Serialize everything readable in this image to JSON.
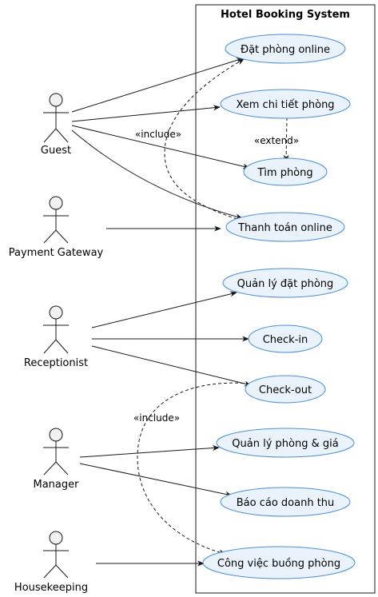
{
  "system": {
    "title": "Hotel Booking System"
  },
  "actors": [
    {
      "id": "guest",
      "label": "Guest"
    },
    {
      "id": "payment",
      "label": "Payment Gateway"
    },
    {
      "id": "receptionist",
      "label": "Receptionist"
    },
    {
      "id": "manager",
      "label": "Manager"
    },
    {
      "id": "housekeeping",
      "label": "Housekeeping"
    }
  ],
  "usecases": [
    {
      "id": "uc1",
      "label": "Đặt phòng online"
    },
    {
      "id": "uc2",
      "label": "Xem chi tiết phòng"
    },
    {
      "id": "uc3",
      "label": "Tìm phòng"
    },
    {
      "id": "uc4",
      "label": "Thanh toán online"
    },
    {
      "id": "uc5",
      "label": "Quản lý đặt phòng"
    },
    {
      "id": "uc6",
      "label": "Check-in"
    },
    {
      "id": "uc7",
      "label": "Check-out"
    },
    {
      "id": "uc8",
      "label": "Quản lý phòng & giá"
    },
    {
      "id": "uc9",
      "label": "Báo cáo doanh thu"
    },
    {
      "id": "uc10",
      "label": "Công việc buồng phòng"
    }
  ],
  "relations": {
    "include_label": "«include»",
    "extend_label": "«extend»"
  },
  "colors": {
    "usecase_fill": "#eaf3fc",
    "usecase_stroke": "#4a8fd6",
    "actor_fill": "#f1f1f1",
    "line": "#181818"
  }
}
